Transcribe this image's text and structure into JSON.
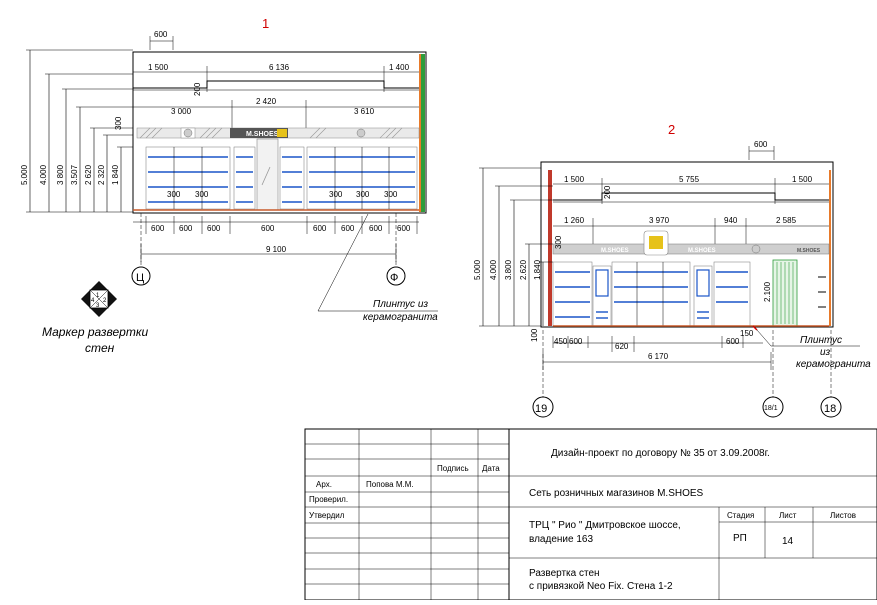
{
  "elevation1": {
    "number": "1",
    "dims": {
      "top_600": "600",
      "d1500": "1 500",
      "d6136": "6 136",
      "d1400": "1 400",
      "d200": "200",
      "d3000": "3 000",
      "d2420": "2 420",
      "d3610": "3 610",
      "d300_side": "300",
      "d300a": "300",
      "d300b": "300",
      "d300c": "300",
      "d300d": "300",
      "d300e": "300",
      "b1": "600",
      "b2": "600",
      "b3": "600",
      "b4": "600",
      "b5": "600",
      "b6": "600",
      "b7": "600",
      "b8": "600",
      "total": "9 100",
      "h5000": "5.000",
      "h4000": "4.000",
      "h3800": "3 800",
      "h3507": "3.507",
      "h2620": "2 620",
      "h2320": "2 320",
      "h1840": "1 840"
    },
    "brand": "M.SHOES",
    "axis_left": "Ц",
    "axis_right": "Ф"
  },
  "elevation2": {
    "number": "2",
    "dims": {
      "top_600": "600",
      "d1500a": "1 500",
      "d5755": "5 755",
      "d1500b": "1 500",
      "d200": "200",
      "d1260": "1 260",
      "d3970": "3 970",
      "d940": "940",
      "d2585": "2 585",
      "d300": "300",
      "d2100": "2.100",
      "b450": "450",
      "b600": "600",
      "b620": "620",
      "b600r": "600",
      "b150": "150",
      "total": "6 170",
      "h5000": "5.000",
      "h4000": "4.000",
      "h3800": "3.800",
      "h2620": "2.620",
      "h1840": "1.840",
      "h100": "100"
    },
    "brand": "M.SHOES",
    "axis_left": "19",
    "axis_mid": "18/1",
    "axis_right": "18"
  },
  "notes": {
    "plinth1_line1": "Плинтус из",
    "plinth1_line2": "керамогранита",
    "plinth2_line1": "Плинтус",
    "plinth2_line2": "из",
    "plinth2_line3": "керамогранита"
  },
  "marker": {
    "label_line1": "Маркер развертки",
    "label_line2": "стен",
    "n1": "1",
    "n2": "2",
    "n3": "3",
    "n4": "4"
  },
  "title_block": {
    "col_podpis": "Подпись",
    "col_data": "Дата",
    "arch_label": "Арх.",
    "arch_name": "Попова М.М.",
    "checked_label": "Проверил.",
    "approved_label": "Утвердил",
    "contract": "Дизайн-проект по договору №   35   от   3.09.2008г.",
    "network": "Сеть розничных магазинов  M.SHOES",
    "mall_line1": "ТРЦ \" Рио \" Дмитровское шоссе,",
    "mall_line2": "владение 163",
    "stage_label": "Стадия",
    "stage_value": "РП",
    "sheet_label": "Лист",
    "sheet_value": "14",
    "sheets_label": "Листов",
    "sheets_value": "",
    "drawing_line1": "Развертка стен",
    "drawing_line2": "с привязкой Neo Fix. Стена 1-2"
  },
  "colors": {
    "shelf_blue": "#1a55c8",
    "accent_red": "#d00000",
    "accent_green": "#2e9c3a",
    "accent_orange": "#e87a2a",
    "brand_gray": "#cfcfcf",
    "logo_yellow": "#e6c21a"
  }
}
